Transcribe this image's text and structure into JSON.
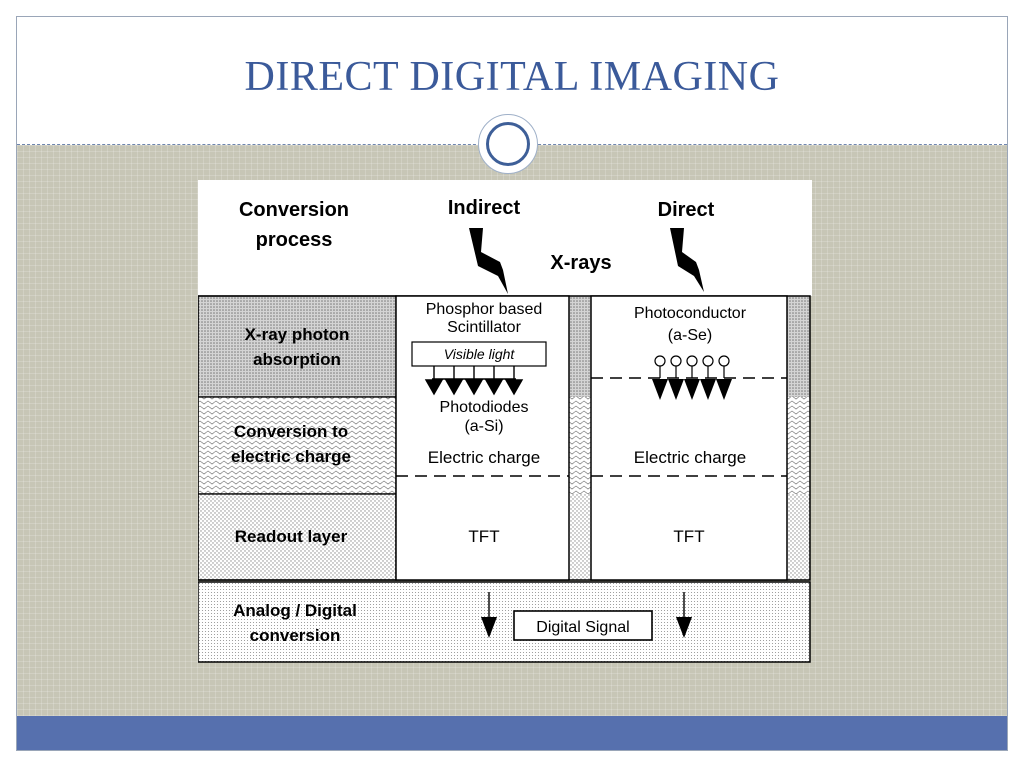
{
  "slide": {
    "title": "DIRECT DIGITAL IMAGING"
  },
  "diagram": {
    "header": {
      "conversion_line1": "Conversion",
      "conversion_line2": "process",
      "indirect": "Indirect",
      "direct": "Direct",
      "xrays": "X-rays"
    },
    "rows": {
      "absorption_line1": "X-ray photon",
      "absorption_line2": "absorption",
      "conversion_line1": "Conversion to",
      "conversion_line2": "electric charge",
      "readout": "Readout layer",
      "adc_line1": "Analog / Digital",
      "adc_line2": "conversion"
    },
    "indirect": {
      "scintillator_line1": "Phosphor based",
      "scintillator_line2": "Scintillator",
      "visible_light": "Visible light",
      "photodiodes_line1": "Photodiodes",
      "photodiodes_line2": "(a-Si)",
      "electric_charge": "Electric charge",
      "tft": "TFT"
    },
    "direct": {
      "photoconductor_line1": "Photoconductor",
      "photoconductor_line2": "(a-Se)",
      "electric_charge": "Electric charge",
      "tft": "TFT"
    },
    "digital_signal": "Digital Signal"
  }
}
